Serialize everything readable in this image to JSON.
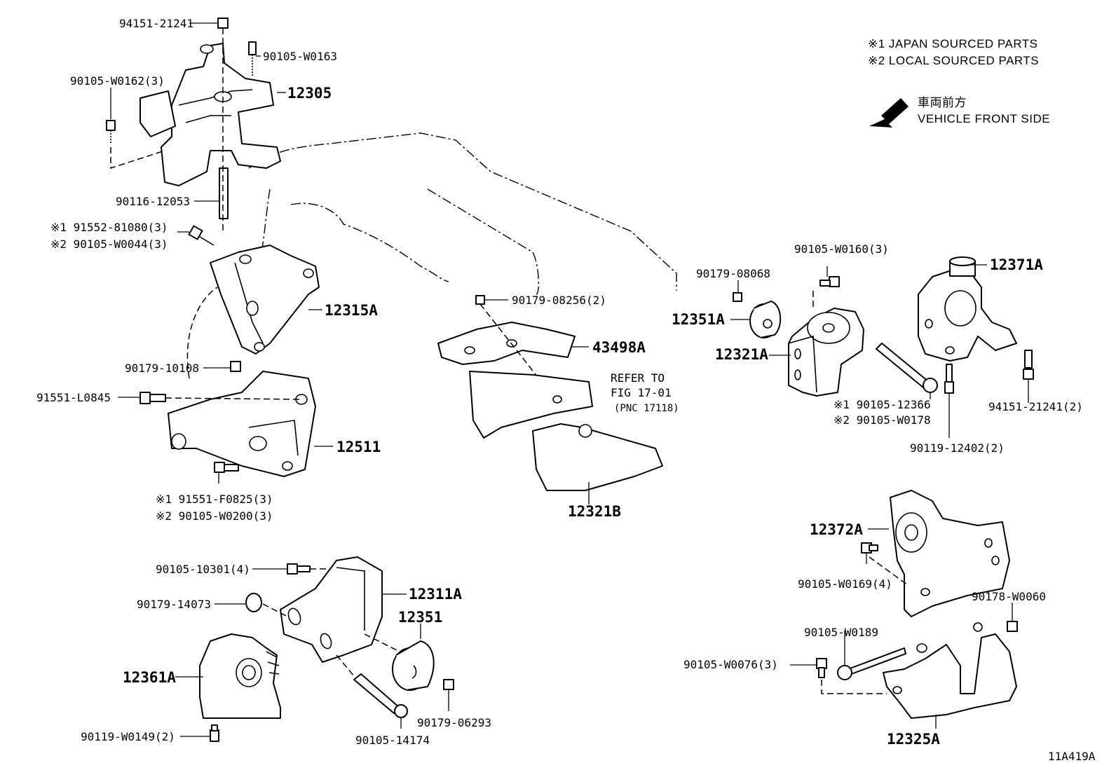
{
  "legend": {
    "line1": "※1  JAPAN SOURCED PARTS",
    "line2": "※2  LOCAL SOURCED PARTS",
    "front_jp": "車両前方",
    "front_en": "VEHICLE FRONT SIDE"
  },
  "diagram_id": "11A419A",
  "refer": {
    "line1": "REFER TO",
    "line2": "FIG 17-01",
    "line3": "(PNC 17118)"
  },
  "labels": {
    "p94151_21241": "94151-21241",
    "p90105_W0163": "90105-W0163",
    "p90105_W0162": "90105-W0162(3)",
    "p12305": "12305",
    "p90116_12053": "90116-12053",
    "p91552_81080": "※1  91552-81080(3)",
    "p90105_W0044": "※2  90105-W0044(3)",
    "p12315A": "12315A",
    "p90179_10108": "90179-10108",
    "p91551_L0845": "91551-L0845",
    "p12511": "12511",
    "p91551_F0825": "※1  91551-F0825(3)",
    "p90105_W0200": "※2  90105-W0200(3)",
    "p90105_10301": "90105-10301(4)",
    "p12311A": "12311A",
    "p90179_14073": "90179-14073",
    "p12351": "12351",
    "p12361A": "12361A",
    "p90119_W0149": "90119-W0149(2)",
    "p90179_06293": "90179-06293",
    "p90105_14174": "90105-14174",
    "p90179_08256": "90179-08256(2)",
    "p43498A": "43498A",
    "p12321B": "12321B",
    "p90105_W0160": "90105-W0160(3)",
    "p90179_08068": "90179-08068",
    "p12351A": "12351A",
    "p12321A": "12321A",
    "p12371A": "12371A",
    "p90105_12366": "※1  90105-12366",
    "p90105_W0178": "※2  90105-W0178",
    "p94151_21241_2": "94151-21241(2)",
    "p90119_12402": "90119-12402(2)",
    "p12372A": "12372A",
    "p90105_W0169": "90105-W0169(4)",
    "p90178_W0060": "90178-W0060",
    "p90105_W0189": "90105-W0189",
    "p90105_W0076": "90105-W0076(3)",
    "p12325A": "12325A"
  }
}
